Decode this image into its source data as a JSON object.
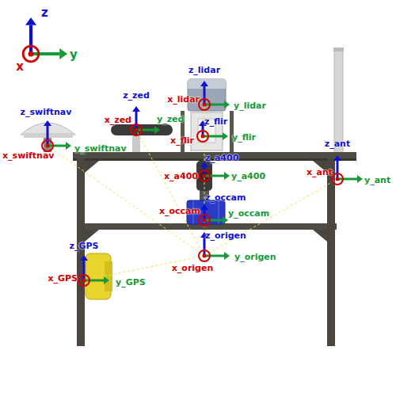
{
  "diagram": {
    "labels": [
      "z",
      "y",
      "x",
      "z_lidar",
      "x_lidar",
      "y_lidar",
      "z_zed",
      "x_zed",
      "y_zed",
      "z_flir",
      "x_flir",
      "y_flir",
      "z_swiftnav",
      "x_swiftnav",
      "y_swiftnav",
      "z_a400",
      "x_a400",
      "y_a400",
      "z_ant",
      "x_ant",
      "y_ant",
      "z_occam",
      "x_occam",
      "y_occam",
      "z_origen",
      "x_origen",
      "y_origen",
      "z_GPS",
      "x_GPS",
      "y_GPS"
    ]
  }
}
